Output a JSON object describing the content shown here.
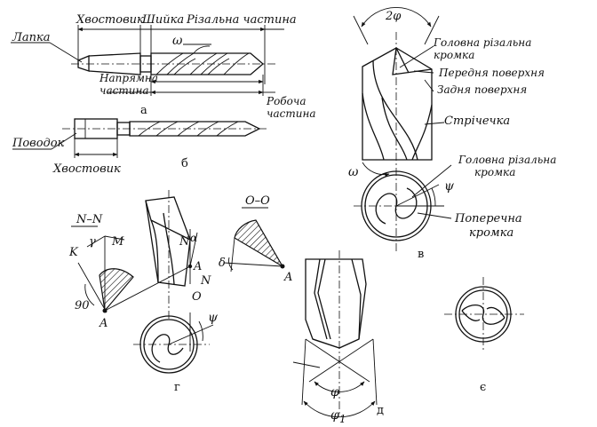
{
  "labels": {
    "a_khvostovyk": "Хвостовик",
    "a_shyika": "Шийка",
    "a_rizalna": "Різальна частина",
    "a_lapka": "Лапка",
    "a_omega": "ω",
    "a_napriamna_1": "Напрямна",
    "a_napriamna_2": "частина",
    "a_robocha_1": "Робоча",
    "a_robocha_2": "частина",
    "b_povodok": "Поводок",
    "b_khvostovyk": "Хвостовик",
    "v_two_phi": "2φ",
    "v_holovna_1": "Головна різальна",
    "v_holovna_2": "кромка",
    "v_perednia": "Передня поверхня",
    "v_zadnia": "Задня поверхня",
    "v_strichechka": "Стрічечка",
    "v_omega": "ω",
    "v_holovna2_1": "Головна різальна",
    "v_holovna2_2": "кромка",
    "v_psi": "ψ",
    "v_poperechna_1": "Поперечна",
    "v_poperechna_2": "кромка",
    "g_nn": "N–N",
    "g_k": "K",
    "g_gamma": "γ",
    "g_m": "M",
    "g_ninety": "90",
    "g_a": "A",
    "g_n_upper": "N",
    "g_alpha": "α",
    "g_a_mid": "A",
    "g_n_lower": "N",
    "g_o": "O",
    "g_psi": "ψ",
    "g_oo": "O–O",
    "g_delta": "δ",
    "g_a_right": "A",
    "d_phi": "φ",
    "d_phi1": "φ",
    "d_phi1_sub": "1"
  },
  "figure_letters": {
    "a": "а",
    "b": "б",
    "v": "в",
    "g": "г",
    "d": "д",
    "ye": "є"
  }
}
